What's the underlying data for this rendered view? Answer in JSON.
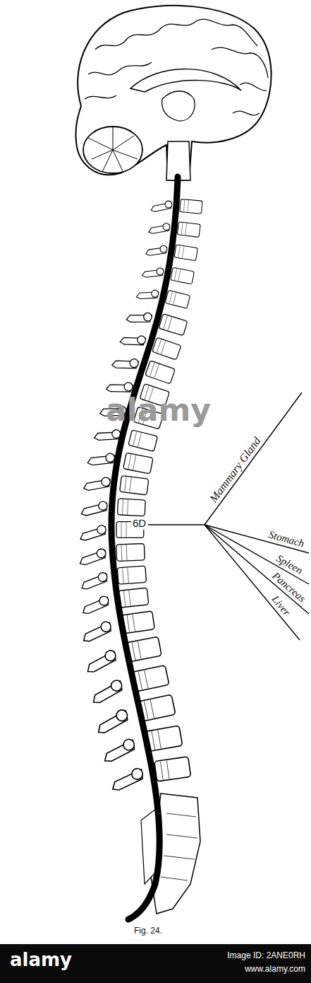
{
  "diagram": {
    "caption": "Fig. 24.",
    "labels": [
      "6D",
      "Mammary Gland",
      "Stomach",
      "Spleen",
      "Pancreas",
      "Liver",
      "alamy",
      "alamy",
      "Image ID: 2ANE0RH",
      "www.alamy.com"
    ]
  }
}
